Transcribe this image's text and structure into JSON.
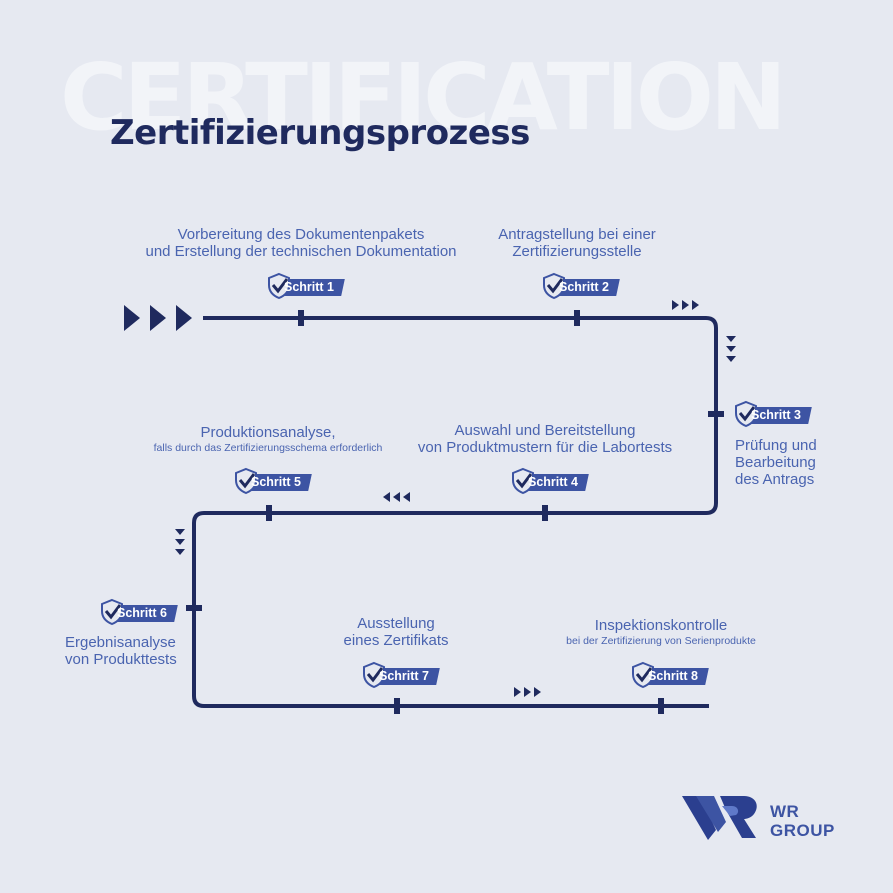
{
  "background_word": "CERTIFICATION",
  "title": "Zertifizierungsprozess",
  "colors": {
    "background": "#e6e9f1",
    "path": "#1f2a5e",
    "accent": "#3d54a3",
    "label": "#4a64b0"
  },
  "steps": [
    {
      "badge": "Schritt 1",
      "lines": [
        "Vorbereitung des Dokumentenpakets",
        "und Erstellung der technischen Dokumentation"
      ],
      "note": ""
    },
    {
      "badge": "Schritt 2",
      "lines": [
        "Antragstellung bei einer",
        "Zertifizierungsstelle"
      ],
      "note": ""
    },
    {
      "badge": "Schritt 3",
      "lines": [
        "Prüfung und",
        "Bearbeitung",
        "des Antrags"
      ],
      "note": ""
    },
    {
      "badge": "Schritt 4",
      "lines": [
        "Auswahl und Bereitstellung",
        "von Produktmustern für die Labortests"
      ],
      "note": ""
    },
    {
      "badge": "Schritt 5",
      "lines": [
        "Produktionsanalyse,"
      ],
      "note": "falls durch das Zertifizierungsschema erforderlich"
    },
    {
      "badge": "Schritt 6",
      "lines": [
        "Ergebnisanalyse",
        "von Produkttests"
      ],
      "note": ""
    },
    {
      "badge": "Schritt 7",
      "lines": [
        "Ausstellung",
        "eines Zertifikats"
      ],
      "note": ""
    },
    {
      "badge": "Schritt 8",
      "lines": [
        "Inspektionskontrolle"
      ],
      "note": "bei der Zertifizierung von Serienprodukte"
    }
  ],
  "badge_icon": "shield-check-icon",
  "logo": {
    "line1": "WR",
    "line2": "GROUP"
  }
}
